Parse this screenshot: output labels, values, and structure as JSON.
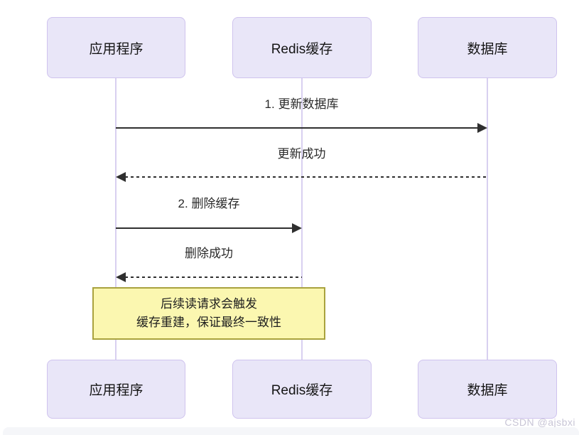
{
  "diagram": {
    "participants": [
      {
        "id": "app",
        "label": "应用程序"
      },
      {
        "id": "redis",
        "label": "Redis缓存"
      },
      {
        "id": "db",
        "label": "数据库"
      }
    ],
    "messages": [
      {
        "label": "1. 更新数据库",
        "from": "app",
        "to": "db",
        "style": "solid"
      },
      {
        "label": "更新成功",
        "from": "db",
        "to": "app",
        "style": "dashed"
      },
      {
        "label": "2. 删除缓存",
        "from": "app",
        "to": "redis",
        "style": "solid"
      },
      {
        "label": "删除成功",
        "from": "redis",
        "to": "app",
        "style": "dashed"
      }
    ],
    "note": {
      "line1": "后续读请求会触发",
      "line2": "缓存重建，保证最终一致性"
    },
    "colors": {
      "participant_fill": "#e9e6f8",
      "participant_border": "#cfc3ee",
      "lifeline": "#d8d0f0",
      "arrow": "#2f2f2f",
      "note_fill": "#fbf7b0",
      "note_border": "#a9a23e",
      "text": "#1f1f1f",
      "watermark": "#c8c5d6"
    }
  },
  "watermark": {
    "text": "CSDN @ajsbxi"
  }
}
